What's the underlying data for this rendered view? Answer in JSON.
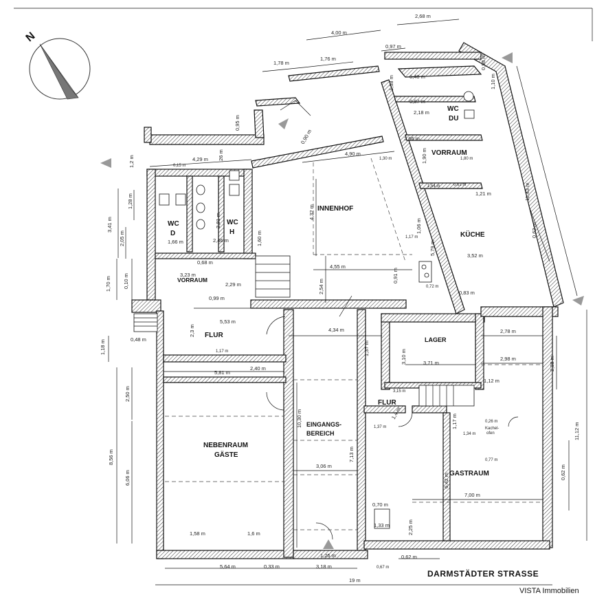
{
  "rooms": {
    "innenhof": "INNENHOF",
    "kueche": "KÜCHE",
    "vorraum_top": "VORRAUM",
    "wc_du": [
      "WC",
      "DU"
    ],
    "wc_d": [
      "WC",
      "D"
    ],
    "wc_h": [
      "WC",
      "H"
    ],
    "vorraum_left": "VORRAUM",
    "flur_left": "FLUR",
    "lager": "LAGER",
    "flur_small": "FLUR",
    "nebenraum": [
      "NEBENRAUM",
      "GÄSTE"
    ],
    "eingang": [
      "EINGANGS-",
      "BEREICH"
    ],
    "gastraum": "GASTRAUM",
    "kachelofen": [
      "Kachel-",
      "ofen"
    ]
  },
  "dimensions": {
    "d_268": "2,68 m",
    "d_400": "4,00 m",
    "d_097": "0,97 m",
    "d_178": "1,78 m",
    "d_176": "1,76 m",
    "d_098": "0,98 m",
    "d_110": "1,10 m",
    "d_138": "1,38 m",
    "d_040": "0,40 m",
    "d_218": "2,18 m",
    "d_087": "0,87 m",
    "d_266": "2,66 m",
    "d_095": "0,95 m",
    "d_090": "0,90 m",
    "d_1143": "11,43 m",
    "d_12": "1,2 m",
    "d_429": "4,29 m",
    "d_015": "0,15 m",
    "d_026": ",26 m",
    "d_490": "4,90 m",
    "d_130": "1,30 m",
    "d_190": "1,90 m",
    "d_180": "1,80 m",
    "d_154": "1,54 m",
    "d_061": "0,61 m",
    "d_121": "1,21 m",
    "d_062a": "0,62 m",
    "d_341": "3,41 m",
    "d_128": "1,28 m",
    "d_205": "2,05 m",
    "d_166": "1,66 m",
    "d_381": "3,81 m",
    "d_246": "2,46 m",
    "d_160": "1,60 m",
    "d_432": "4,32 m",
    "d_117": "1,17 m",
    "d_106": "1,06 m",
    "d_579": "5,79 m",
    "d_352": "3,52 m",
    "d_068": "0,68 m",
    "d_455": "4,55 m",
    "d_091": "0,91 m",
    "d_072": "0,72 m",
    "d_170": "1,70 m",
    "d_010": "0,10 m",
    "d_323": "3,23 m",
    "d_229": "2,29 m",
    "d_099": "0,99 m",
    "d_254": "2,54 m",
    "d_083": "0,83 m",
    "d_553": "5,53 m",
    "d_23": "2,3 m",
    "d_434": "4,34 m",
    "d_278": "2,78 m",
    "d_048": "0,48 m",
    "d_118": "1,18 m",
    "d_117b": "1,17 m",
    "d_137": "1,37 m",
    "d_310": "3,10 m",
    "d_371": "3,71 m",
    "d_298": "2,98 m",
    "d_238": "2,38 m",
    "d_581": "5,81 m",
    "d_240": "2,40 m",
    "d_112": "1,12 m",
    "d_315": "3,15 m",
    "d_250": "2,50 m",
    "d_1030": "10,30 m",
    "d_1112": "11,12 m",
    "d_14": "1,4 m",
    "d_137b": "1,37 m",
    "d_026b": "0,26 m",
    "d_117c": "1,17 m",
    "d_134": "1,34 m",
    "d_077": "0,77 m",
    "d_856": "8,56 m",
    "d_606": "6,06 m",
    "d_713": "7,13 m",
    "d_306": "3,06 m",
    "d_642": "6,42 m",
    "d_062b": "0,62 m",
    "d_700": "7,00 m",
    "d_070": "0,70 m",
    "d_133": "1,33 m",
    "d_225": "2,25 m",
    "d_158": "1,58 m",
    "d_16": "1,6 m",
    "d_126": "1,26 m",
    "d_564": "5,64 m",
    "d_033": "0,33 m",
    "d_318": "3,18 m",
    "d_067": "0,67 m",
    "d_062c": "0,62 m",
    "d_19": "19 m"
  },
  "street": "DARMSTÄDTER STRASSE",
  "brand": "VISTA Immobilien",
  "compass": {
    "letter": "N",
    "icon": "north-arrow-icon"
  }
}
